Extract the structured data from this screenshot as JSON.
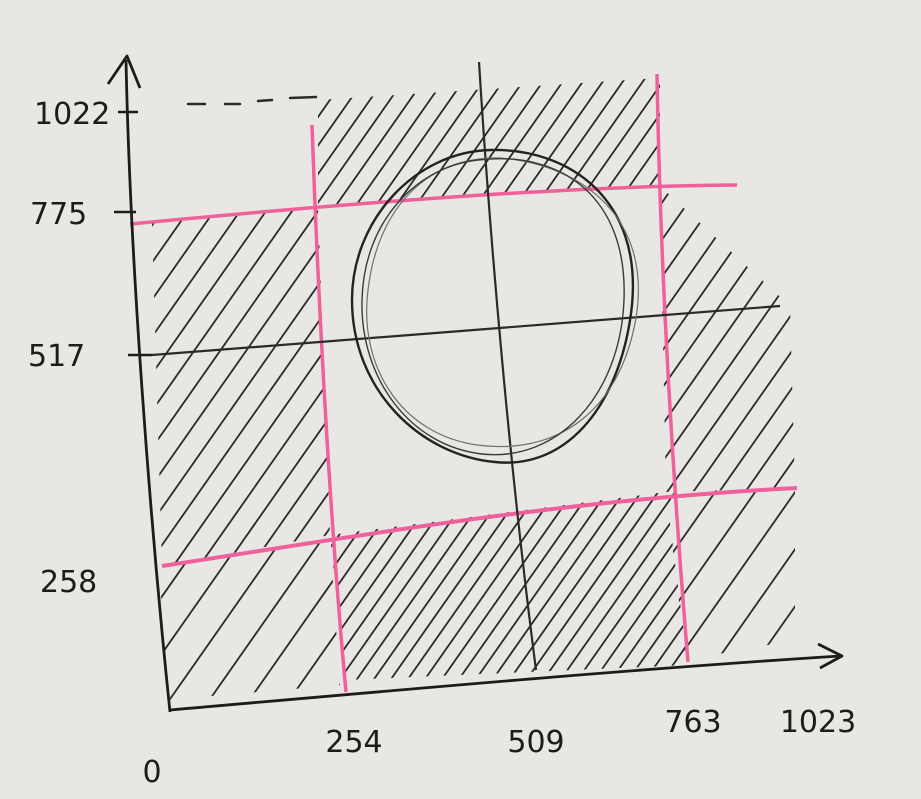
{
  "x_axis": {
    "ticks": [
      "0",
      "254",
      "509",
      "763",
      "1023"
    ]
  },
  "y_axis": {
    "ticks": [
      "1022",
      "775",
      "517",
      "258"
    ]
  },
  "colors": {
    "paper": "#e9e7e3",
    "ink": "#1c1c1c",
    "hatch": "#2a2a2a",
    "grid_line": "#f0609a"
  },
  "shapes": {
    "center_circle": "circle"
  }
}
